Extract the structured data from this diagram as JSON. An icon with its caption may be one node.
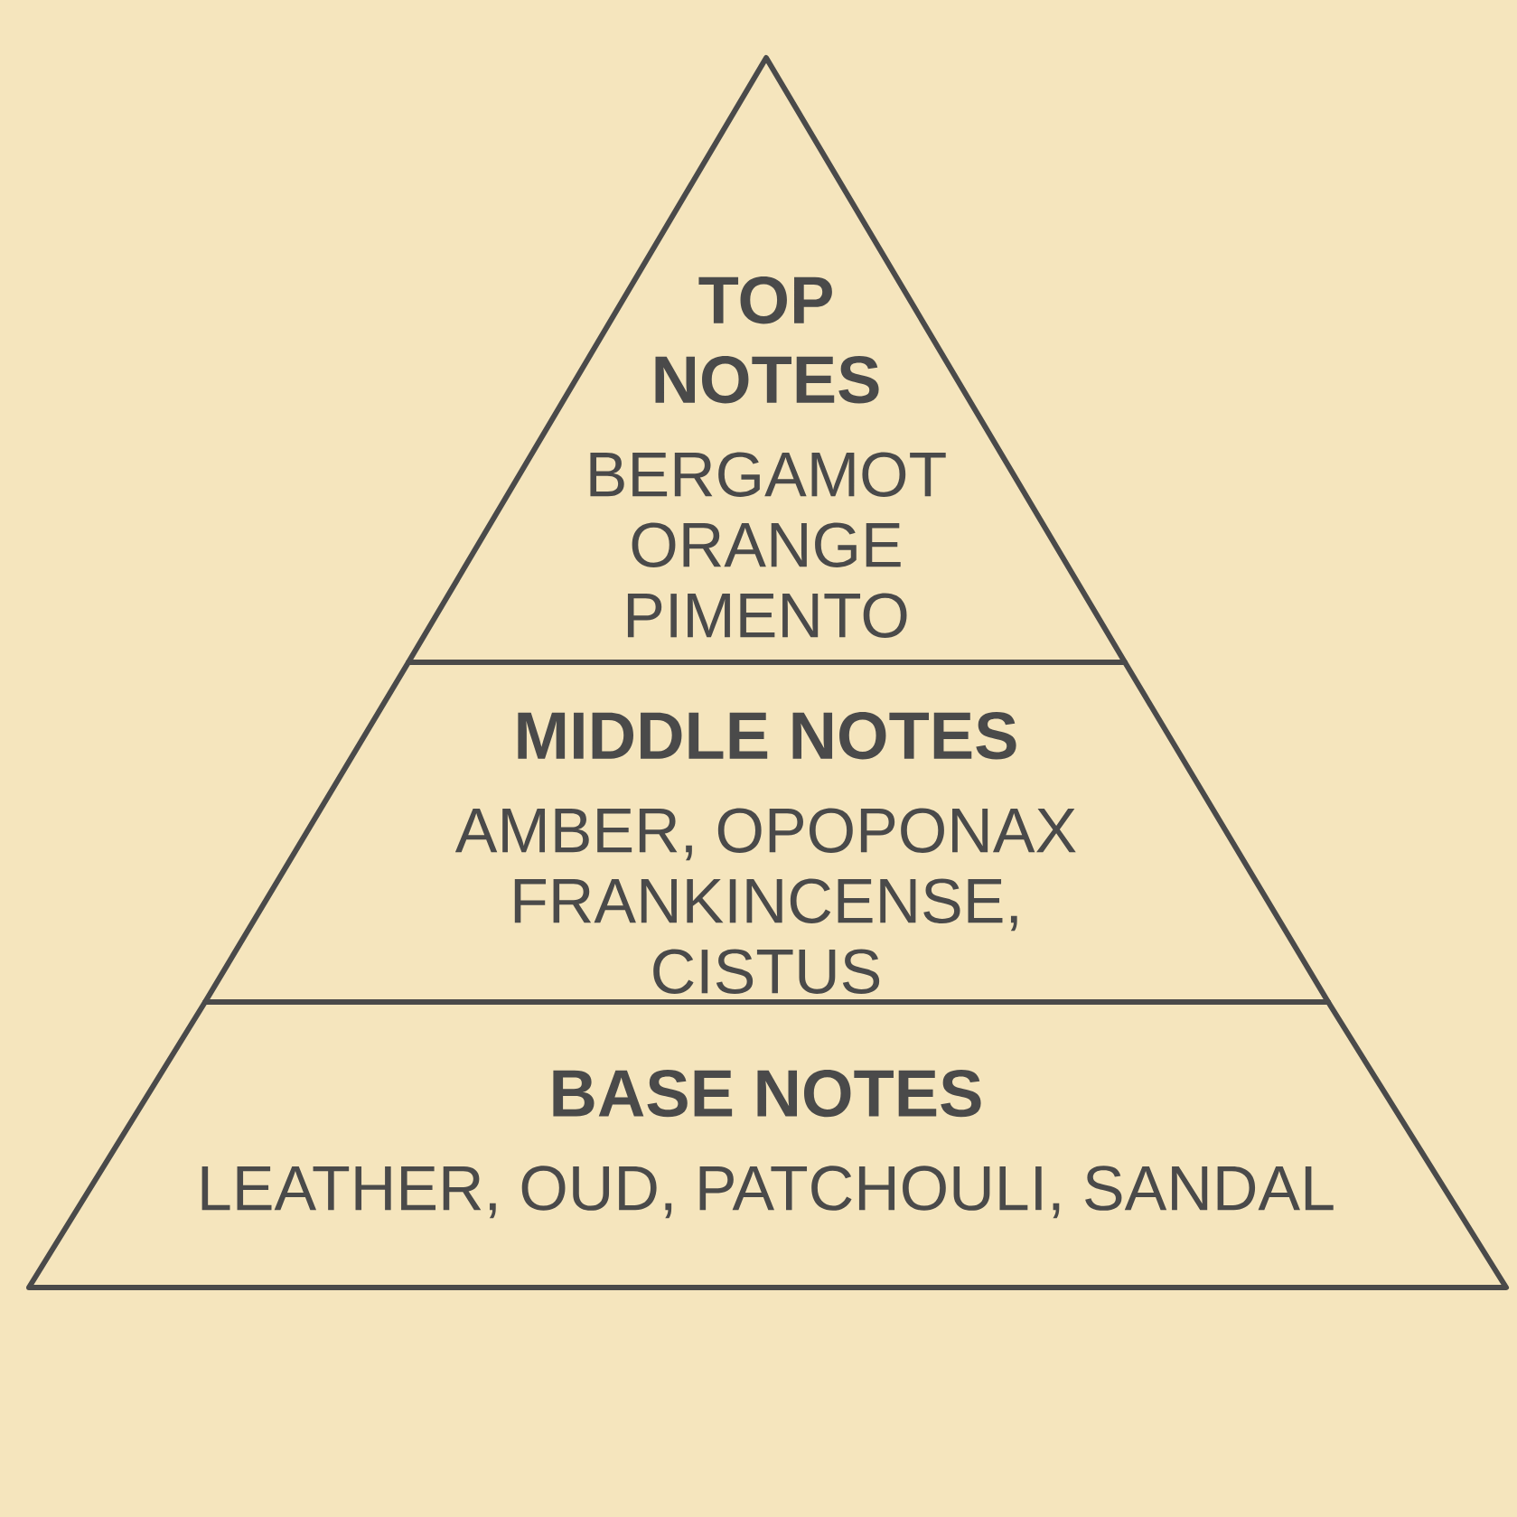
{
  "diagram": {
    "nodes": [
      {
        "text": [
          "TOP NOTES",
          "BERGAMOT ORANGE PIMENTO"
        ]
      },
      {
        "text": [
          "MIDDLE NOTES",
          "AMBER, OPOPONAX FRANKINCENSE, CISTUS"
        ]
      },
      {
        "text": [
          "BASE NOTES",
          "LEATHER, OUD, PATCHOULI, SANDAL"
        ]
      }
    ]
  }
}
